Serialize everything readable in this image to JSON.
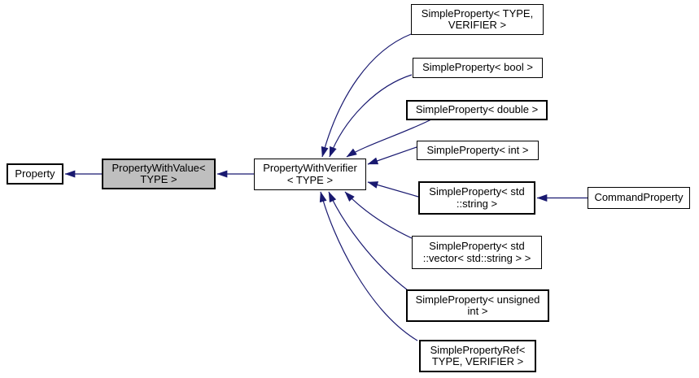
{
  "diagram": {
    "type": "class-inheritance-graph",
    "colors": {
      "arrow": "#191970",
      "highlight_fill": "#bfbfbf",
      "node_fill": "#ffffff",
      "node_border": "#000000",
      "background": "#ffffff",
      "text": "#000000"
    },
    "nodes": {
      "property": {
        "lines": [
          "Property"
        ],
        "highlighted": false
      },
      "property_with_value": {
        "lines": [
          "PropertyWithValue<",
          "TYPE >"
        ],
        "highlighted": true
      },
      "property_with_verifier": {
        "lines": [
          "PropertyWithVerifier",
          "< TYPE >"
        ],
        "highlighted": false
      },
      "simple_property_type_verifier": {
        "lines": [
          "SimpleProperty< TYPE,",
          "VERIFIER >"
        ],
        "highlighted": false
      },
      "simple_property_bool": {
        "lines": [
          "SimpleProperty< bool >"
        ],
        "highlighted": false
      },
      "simple_property_double": {
        "lines": [
          "SimpleProperty< double >"
        ],
        "highlighted": false
      },
      "simple_property_int": {
        "lines": [
          "SimpleProperty< int >"
        ],
        "highlighted": false
      },
      "simple_property_std_string": {
        "lines": [
          "SimpleProperty< std",
          "::string >"
        ],
        "highlighted": false
      },
      "simple_property_std_vector": {
        "lines": [
          "SimpleProperty< std",
          "::vector< std::string > >"
        ],
        "highlighted": false
      },
      "simple_property_unsigned_int": {
        "lines": [
          "SimpleProperty< unsigned",
          "int >"
        ],
        "highlighted": false
      },
      "simple_property_ref": {
        "lines": [
          "SimplePropertyRef<",
          "TYPE, VERIFIER >"
        ],
        "highlighted": false
      },
      "command_property": {
        "lines": [
          "CommandProperty"
        ],
        "highlighted": false
      }
    },
    "edges": [
      {
        "from": "property_with_value",
        "to": "property",
        "type": "inheritance"
      },
      {
        "from": "property_with_verifier",
        "to": "property_with_value",
        "type": "inheritance"
      },
      {
        "from": "simple_property_type_verifier",
        "to": "property_with_verifier",
        "type": "inheritance"
      },
      {
        "from": "simple_property_bool",
        "to": "property_with_verifier",
        "type": "inheritance"
      },
      {
        "from": "simple_property_double",
        "to": "property_with_verifier",
        "type": "inheritance"
      },
      {
        "from": "simple_property_int",
        "to": "property_with_verifier",
        "type": "inheritance"
      },
      {
        "from": "simple_property_std_string",
        "to": "property_with_verifier",
        "type": "inheritance"
      },
      {
        "from": "simple_property_std_vector",
        "to": "property_with_verifier",
        "type": "inheritance"
      },
      {
        "from": "simple_property_unsigned_int",
        "to": "property_with_verifier",
        "type": "inheritance"
      },
      {
        "from": "simple_property_ref",
        "to": "property_with_verifier",
        "type": "inheritance"
      },
      {
        "from": "command_property",
        "to": "simple_property_std_string",
        "type": "inheritance"
      }
    ]
  }
}
